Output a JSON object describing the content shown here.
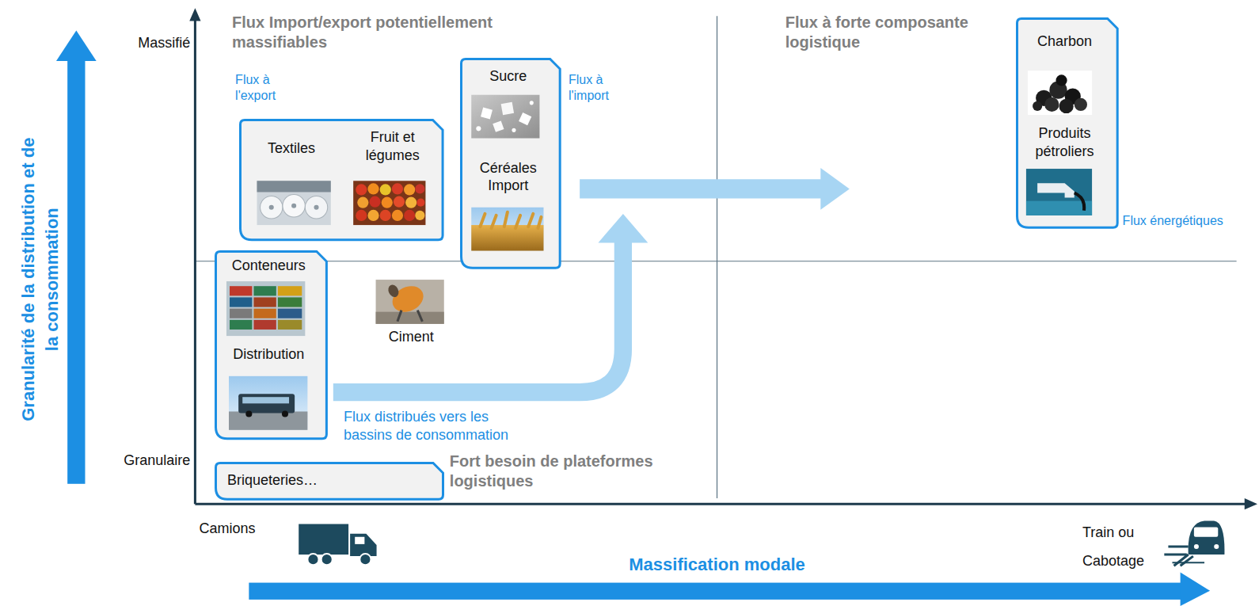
{
  "diagram": {
    "nodes": [
      {
        "text": [
          "Textiles",
          "Fruit et légumes"
        ]
      },
      {
        "text": [
          "Sucre",
          "Céréales Import"
        ]
      },
      {
        "text": [
          "Conteneurs",
          "Distribution"
        ]
      },
      {
        "text": [
          "Briqueteries…"
        ]
      },
      {
        "text": [
          "Charbon",
          "Produits pétroliers"
        ]
      }
    ],
    "labels": [
      "Flux Import/export potentiellement massifiables",
      "Flux à l'export",
      "Flux à l'import",
      "Flux à forte composante logistique",
      "Massifié",
      "Flux énergétiques",
      "Granularité de la distribution et de la consommation",
      "Ciment",
      "Flux distribués vers les bassins de consommation",
      "Granulaire",
      "Fort besoin de plateformes logistiques",
      "Camions",
      "Train ou Cabotage",
      "Massification modale"
    ]
  }
}
